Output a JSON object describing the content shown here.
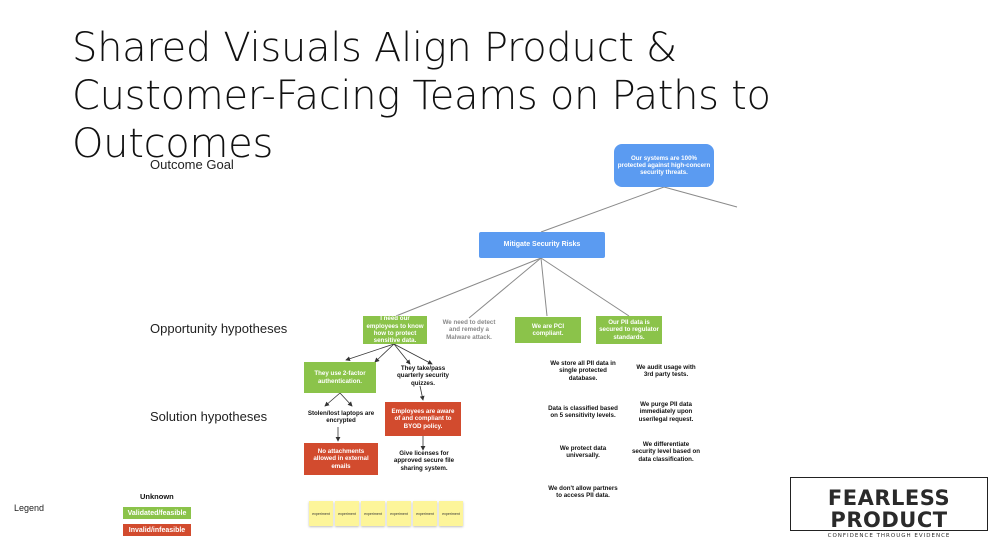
{
  "slide": {
    "title": "Shared Visuals Align Product & Customer-Facing Teams on Paths to Outcomes"
  },
  "sections": {
    "outcome": "Outcome Goal",
    "opportunity": "Opportunity hypotheses",
    "solution": "Solution hypotheses"
  },
  "colors": {
    "outcome": "#5b9bf1",
    "validated": "#8bc34a",
    "invalid": "#d24b2e"
  },
  "nodes": {
    "goal": "Our systems are 100% protected against high-concern security threats.",
    "mitigate": "Mitigate Security Risks",
    "opp_train": "I need our employees to know how to protect sensitive data.",
    "opp_malware": "We need to detect and remedy a Malware attack.",
    "opp_pci": "We are PCI compliant.",
    "opp_pii": "Our PII data is secured to regulator standards.",
    "sol_2fa": "They use 2-factor authentication.",
    "sol_quiz": "They take/pass quarterly security quizzes.",
    "sol_laptops": "Stolen/lost laptops are encrypted",
    "sol_byod": "Employees are aware of and compliant to BYOD policy.",
    "sol_attach": "No attachments allowed in external emails",
    "sol_licenses": "Give licenses for approved secure file sharing system.",
    "pci_1": "We store all PII data in single protected database.",
    "pci_2": "Data is classified based on 5 sensitivity levels.",
    "pci_3": "We protect data universally.",
    "pci_4": "We don't allow partners to access PII data.",
    "pii_1": "We audit usage with 3rd party tests.",
    "pii_2": "We purge PII data immediately upon user/legal request.",
    "pii_3": "We differentiate security level based on data classification."
  },
  "experiments": [
    "experiment",
    "experiment",
    "experiment",
    "experiment",
    "experiment",
    "experiment"
  ],
  "legend": {
    "label": "Legend",
    "unknown": "Unknown",
    "validated": "Validated/feasible",
    "invalid": "Invalid/infeasible"
  },
  "logo": {
    "main": "FEARLESS PRODUCT",
    "tagline": "CONFIDENCE THROUGH EVIDENCE"
  }
}
